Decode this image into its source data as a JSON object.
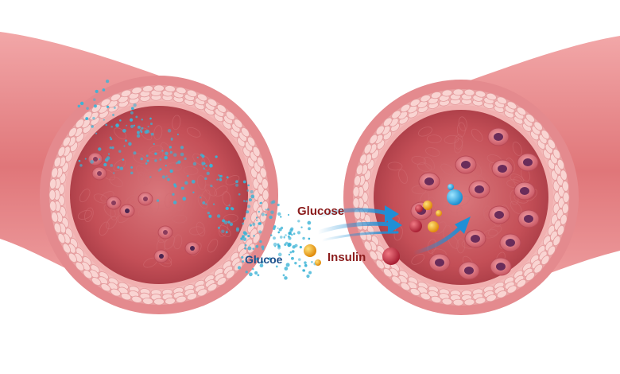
{
  "labels": {
    "glucose_top": "Glucose",
    "insulin": "Insulin",
    "glucose_bottom": "Glucoe"
  },
  "colors": {
    "vessel_outer": "#e8868c",
    "vessel_wall": "#f3b3b3",
    "lumen": "#c9555c",
    "glucose_particle": "#3bb3d6",
    "glucose_label": "#8b1c1c",
    "insulin_label": "#8b1c1c",
    "glucose_bottom_label": "#1c4f8b",
    "arrow": "#1f8fd6",
    "insulin_ball": "#f0a51a",
    "red_cell": "#e07480",
    "cell_nucleus": "#6a2c5a"
  }
}
